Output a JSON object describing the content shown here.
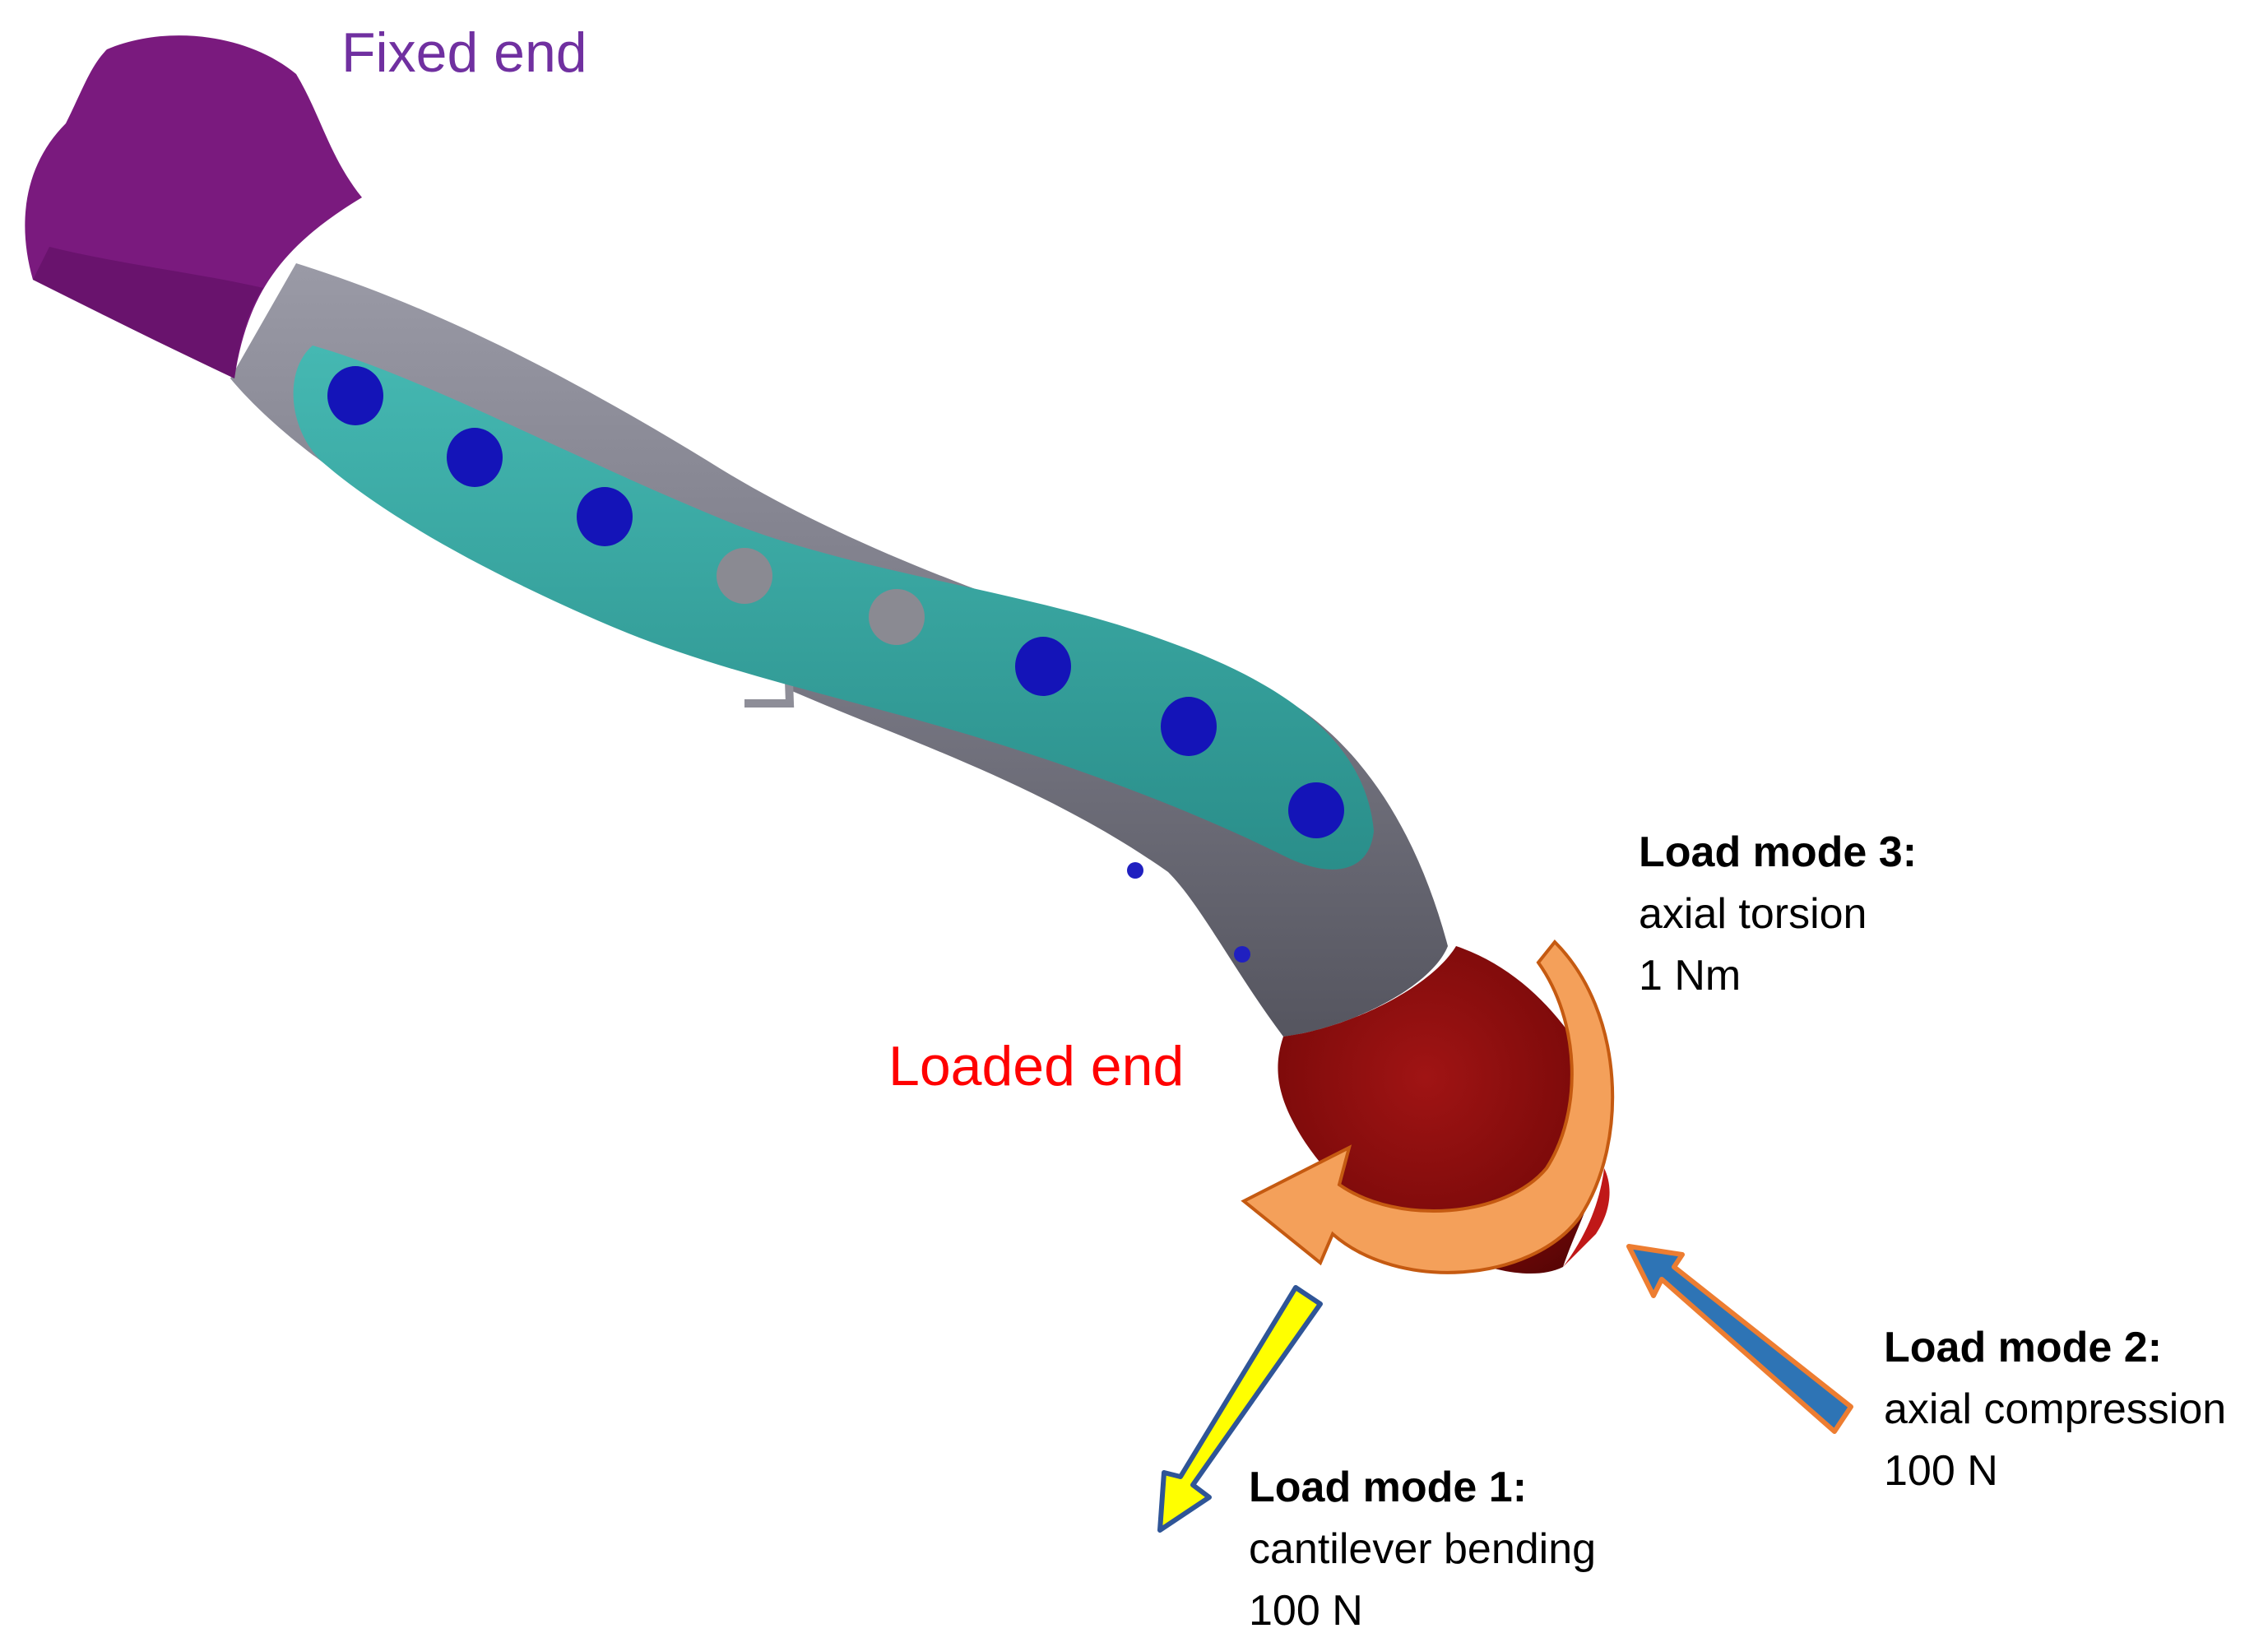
{
  "labels": {
    "fixed_end": "Fixed end",
    "loaded_end": "Loaded end"
  },
  "load_modes": [
    {
      "title": "Load mode 1:",
      "description": "cantilever bending",
      "value": "100 N"
    },
    {
      "title": "Load mode 2:",
      "description": "axial compression",
      "value": "100 N"
    },
    {
      "title": "Load mode 3:",
      "description": "axial torsion",
      "value": "1 Nm"
    }
  ],
  "colors": {
    "fixed_end": "#7a1a7e",
    "fixed_end_text": "#7030a0",
    "bone": "#7c7c88",
    "plate": "#3aa8a4",
    "screw": "#1a1acc",
    "loaded_end": "#8b0d0d",
    "loaded_end_text": "#ff0000",
    "arrow_mode1_fill": "#ffff00",
    "arrow_mode1_stroke": "#2f5597",
    "arrow_mode2_fill": "#2e74b5",
    "arrow_mode2_stroke": "#ed7d31",
    "arrow_mode3_fill": "#f4a05a",
    "arrow_mode3_stroke": "#c55a11"
  }
}
